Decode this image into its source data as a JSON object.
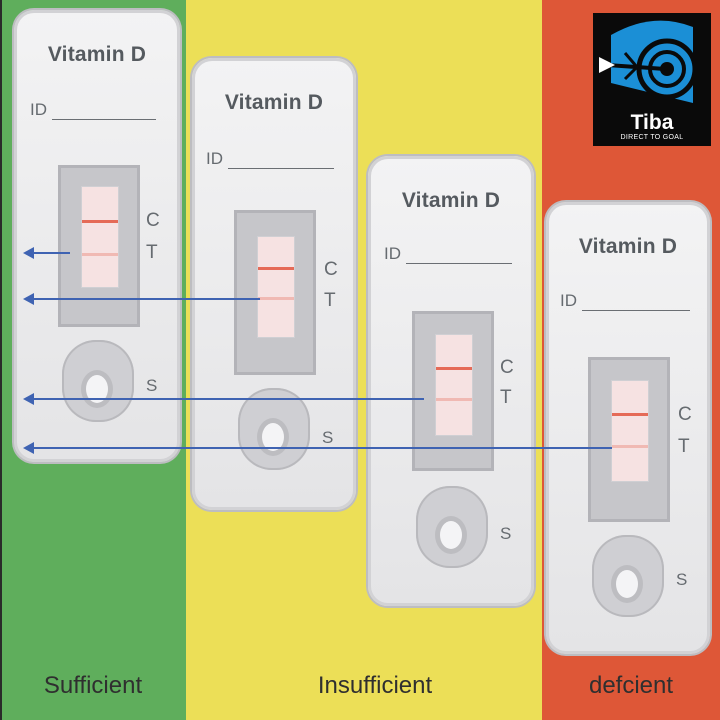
{
  "logo": {
    "brand": "Tiba",
    "tagline": "DIRECT TO GOAL",
    "icon": "target-arrow-icon"
  },
  "cassettes": [
    {
      "title": "Vitamin D",
      "id_label": "ID",
      "c_label": "C",
      "t_label": "T",
      "s_label": "S"
    },
    {
      "title": "Vitamin D",
      "id_label": "ID",
      "c_label": "C",
      "t_label": "T",
      "s_label": "S"
    },
    {
      "title": "Vitamin D",
      "id_label": "ID",
      "c_label": "C",
      "t_label": "T",
      "s_label": "S"
    },
    {
      "title": "Vitamin D",
      "id_label": "ID",
      "c_label": "C",
      "t_label": "T",
      "s_label": "S"
    }
  ],
  "categories": [
    {
      "label": "Sufficient",
      "color": "#5fae5c"
    },
    {
      "label": "Insufficient",
      "color": "#ecdf57"
    },
    {
      "label": "defcient",
      "color": "#de5737"
    }
  ],
  "colors": {
    "arrow": "#3f63b2",
    "control_line": "#e56a57",
    "test_line": "#f0b9b3"
  }
}
